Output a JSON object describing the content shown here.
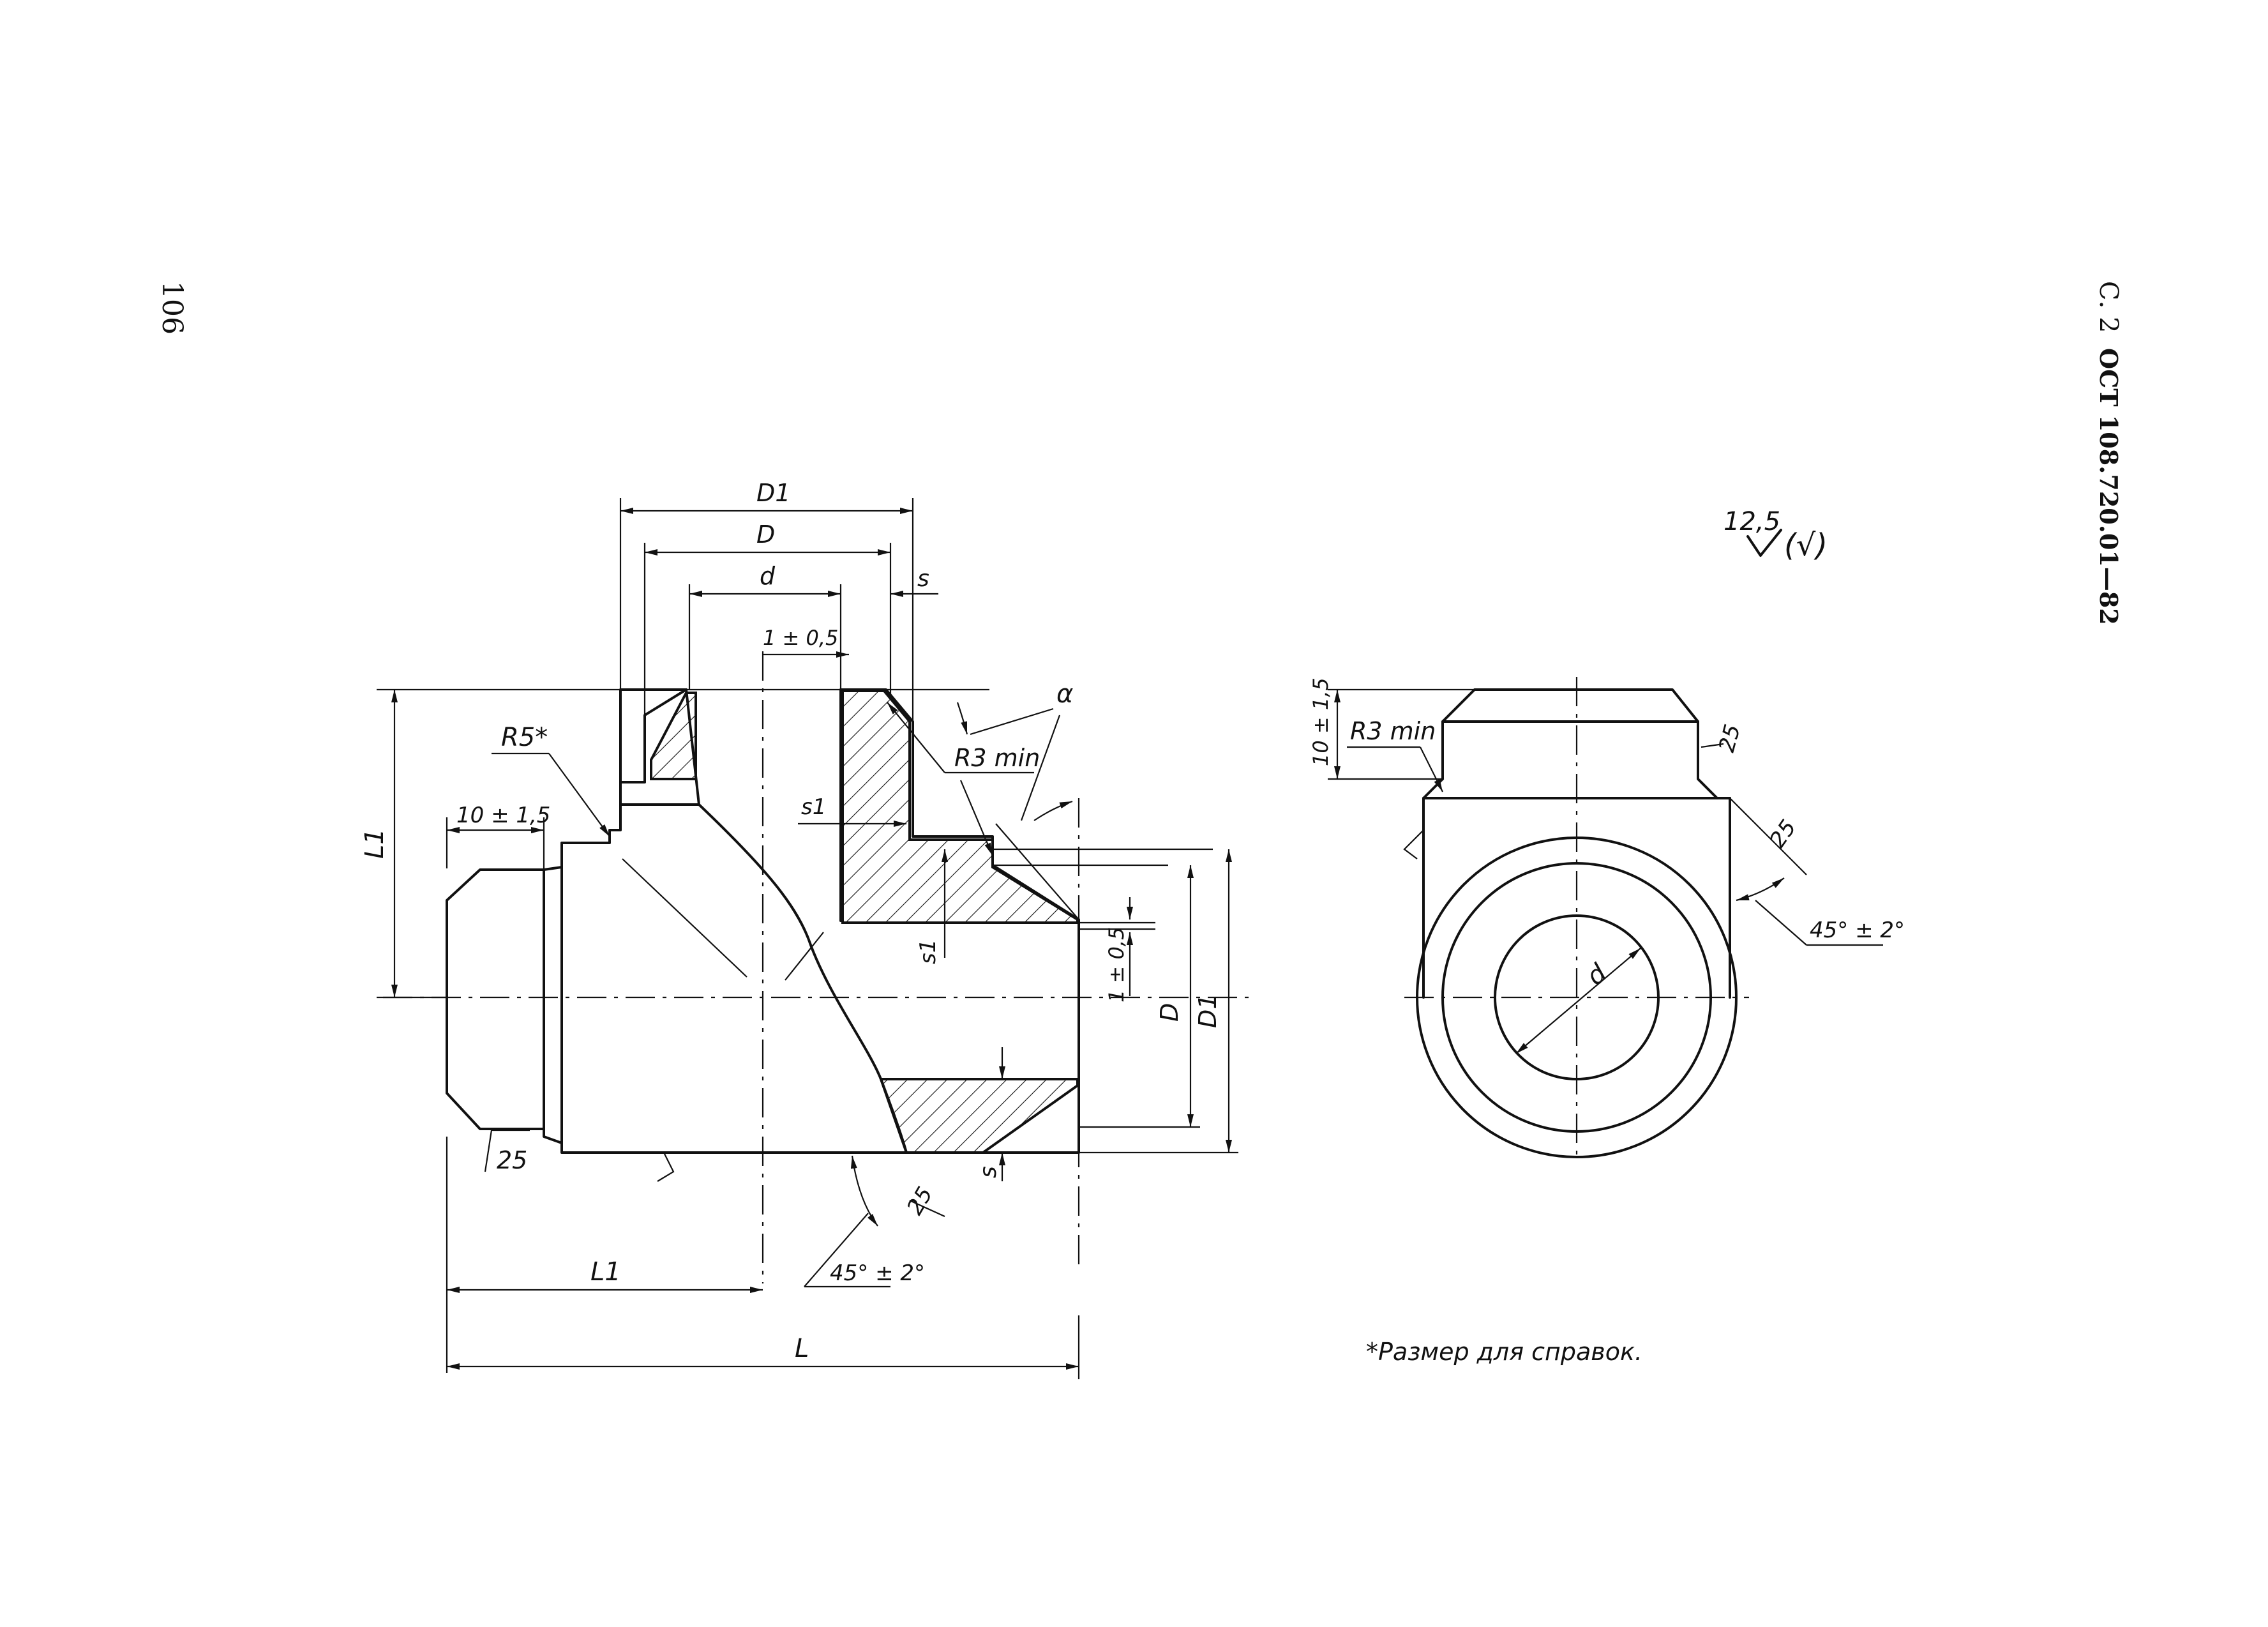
{
  "page_number": "106",
  "header": {
    "sheet_ref": "С. 2",
    "standard": "ОСТ 108.720.01—82"
  },
  "roughness": {
    "value": "12,5",
    "bracket": "(√)"
  },
  "front_view": {
    "D1": "D1",
    "D": "D",
    "d": "d",
    "s_top": "s",
    "tol_1": "1 ± 0,5",
    "alpha": "α",
    "R5": "R5*",
    "R3": "R3 min",
    "chamfer_10": "10 ± 1,5",
    "L1_vertical": "L1",
    "s1_upper": "s1",
    "s1_lower": "s1",
    "tol_1_side": "1 ± 0,5",
    "D_side": "D",
    "D1_side": "D1",
    "rough_25_left": "25",
    "rough_25_bottom": "25",
    "s_bottom": "s",
    "angle_45": "45° ± 2°",
    "L1_horizontal": "L1",
    "L": "L"
  },
  "side_view": {
    "chamfer_10": "10 ± 1,5",
    "R3": "R3 min",
    "rough_25_top": "25",
    "rough_25_side": "25",
    "angle_45": "45° ± 2°",
    "d": "d"
  },
  "footnote": "*Размер  для справок."
}
